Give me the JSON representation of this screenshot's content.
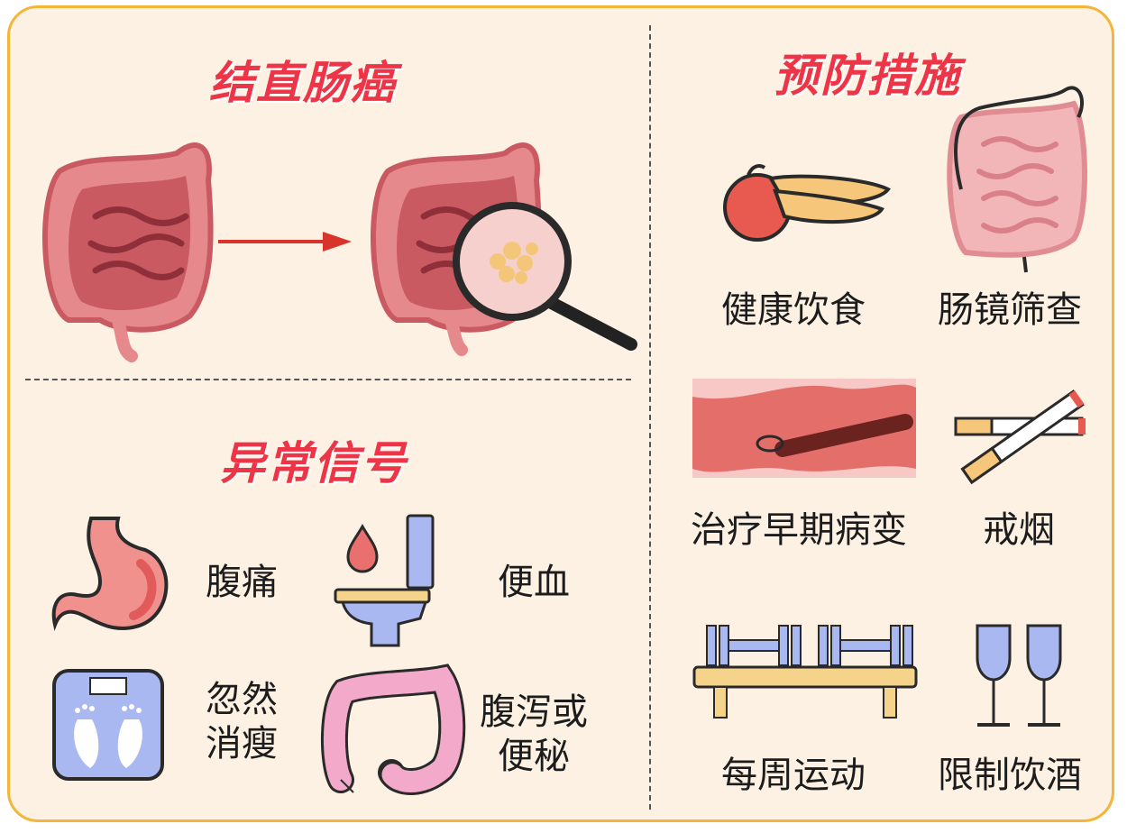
{
  "sections": {
    "colorectal_cancer": "结直肠癌",
    "warning_signs": "异常信号",
    "prevention": "预防措施"
  },
  "signs": [
    {
      "label": "腹痛",
      "icon": "stomach-icon"
    },
    {
      "label": "便血",
      "icon": "toilet-blood-icon"
    },
    {
      "label_line1": "忽然",
      "label_line2": "消瘦",
      "icon": "weight-scale-icon"
    },
    {
      "label_line1": "腹泻或",
      "label_line2": "便秘",
      "icon": "colon-icon"
    }
  ],
  "measures": [
    {
      "label": "健康饮食",
      "icon": "fruit-icon"
    },
    {
      "label": "肠镜筛查",
      "icon": "colonoscope-icon"
    },
    {
      "label": "治疗早期病变",
      "icon": "polyp-removal-icon"
    },
    {
      "label": "戒烟",
      "icon": "cigarette-icon"
    },
    {
      "label": "每周运动",
      "icon": "dumbbell-icon"
    },
    {
      "label": "限制饮酒",
      "icon": "wine-glass-icon"
    }
  ],
  "colors": {
    "heading": "#ee3447",
    "border": "#f3b53a",
    "background": "#fdf1e3",
    "intestine": "#d9666b",
    "accent_blue": "#9fb3f0"
  }
}
